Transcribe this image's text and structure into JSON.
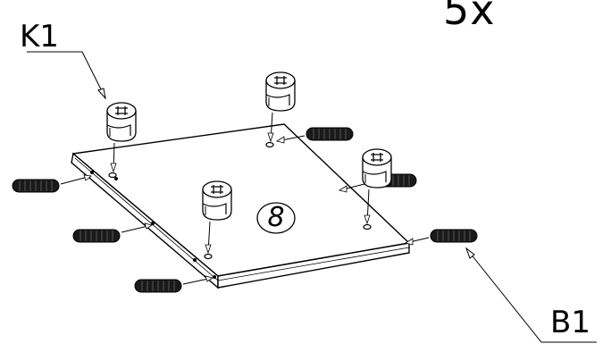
{
  "quantity_label": "5x",
  "part_labels": {
    "cam_lock": "K1",
    "dowel": "B1"
  },
  "panel_number": "8",
  "colors": {
    "line": "#000000",
    "background": "#ffffff",
    "dowel_body": "#1a1a1a"
  },
  "icons": {
    "cam_lock": "cam-lock-fitting",
    "dowel": "wooden-dowel-pin",
    "panel": "flat-board-panel"
  }
}
